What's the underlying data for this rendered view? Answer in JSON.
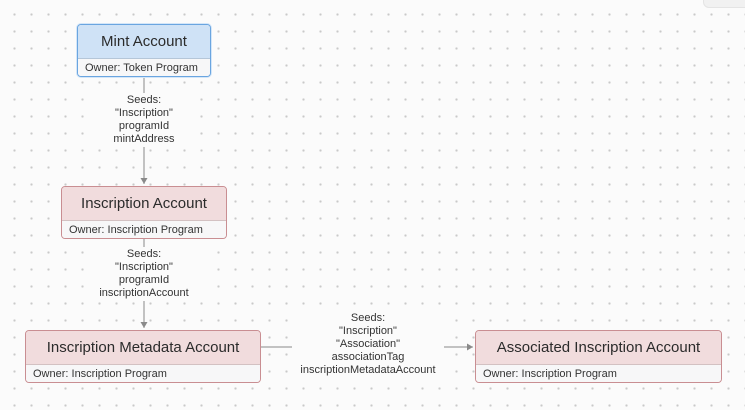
{
  "nodes": {
    "mint": {
      "title": "Mint Account",
      "owner": "Owner: Token Program",
      "color": "#cfe2f6"
    },
    "inscription": {
      "title": "Inscription Account",
      "owner": "Owner: Inscription Program",
      "color": "#f1dcdd"
    },
    "metadata": {
      "title": "Inscription Metadata Account",
      "owner": "Owner: Inscription Program",
      "color": "#f1dcdd"
    },
    "associated": {
      "title": "Associated Inscription Account",
      "owner": "Owner: Inscription Program",
      "color": "#f1dcdd"
    }
  },
  "edges": {
    "mint_to_inscription": {
      "lines": [
        "Seeds:",
        "\"Inscription\"",
        "programId",
        "mintAddress"
      ]
    },
    "inscription_to_metadata": {
      "lines": [
        "Seeds:",
        "\"Inscription\"",
        "programId",
        "inscriptionAccount"
      ]
    },
    "metadata_to_associated": {
      "lines": [
        "Seeds:",
        "\"Inscription\"",
        "\"Association\"",
        "associationTag",
        "inscriptionMetadataAccount"
      ]
    }
  }
}
